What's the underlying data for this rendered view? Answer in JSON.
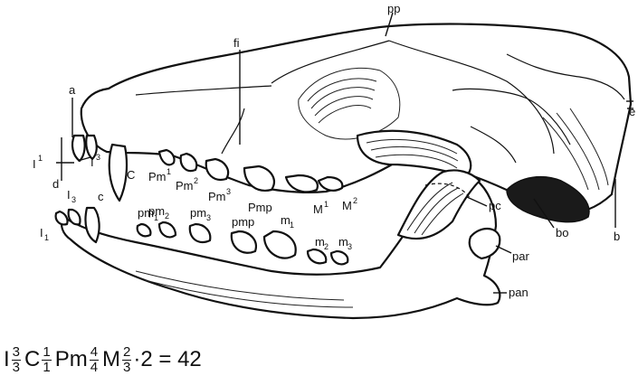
{
  "labels": {
    "pp": "pp",
    "fi": "fi",
    "a": "a",
    "e": "e",
    "I1": "I",
    "I1_sup": "1",
    "I3": "I",
    "I3_sup": "3",
    "C": "C",
    "Pm1": "Pm",
    "Pm1_sup": "1",
    "Pm2": "Pm",
    "Pm2_sup": "2",
    "Pm3": "Pm",
    "Pm3_sup": "3",
    "Pmp_upper": "Pmp",
    "M1": "M",
    "M1_sup": "1",
    "M2": "M",
    "M2_sup": "2",
    "d": "d",
    "I3_low": "I",
    "I3_low_sub": "3",
    "c": "c",
    "pm1": "pm",
    "pm1_sub": "1",
    "pm2": "pm",
    "pm2_sub": "2",
    "pm3": "pm",
    "pm3_sub": "3",
    "pmp": "pmp",
    "m1": "m",
    "m1_sub": "1",
    "m2": "m",
    "m2_sub": "2",
    "m3": "m",
    "m3_sub": "3",
    "I1_low": "I",
    "I1_low_sub": "1",
    "pc": "pc",
    "bo": "bo",
    "b": "b",
    "par": "par",
    "pan": "pan"
  },
  "formula": {
    "incisor_symbol": "I",
    "incisor_top": "3",
    "incisor_bottom": "3",
    "canine_symbol": "C",
    "canine_top": "1",
    "canine_bottom": "1",
    "premolar_symbol": "Pm",
    "premolar_top": "4",
    "premolar_bottom": "4",
    "molar_symbol": "M",
    "molar_top": "2",
    "molar_bottom": "3",
    "tail": "·2 = 42"
  }
}
